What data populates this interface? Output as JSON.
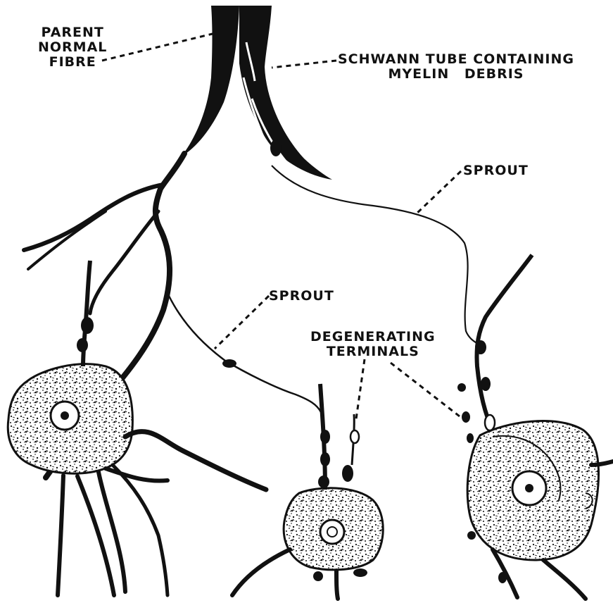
{
  "labels": {
    "parent_line1": "PARENT",
    "parent_line2": "NORMAL",
    "parent_line3": "FIBRE",
    "schwann_line1": "SCHWANN TUBE CONTAINING",
    "schwann_line2": "MYELIN DEBRIS",
    "sprout_upper": "SPROUT",
    "sprout_lower": "SPROUT",
    "degenerating_line1": "DEGENERATING",
    "degenerating_line2": "TERMINALS"
  },
  "colors": {
    "ink": "#111111",
    "paper": "#ffffff"
  }
}
